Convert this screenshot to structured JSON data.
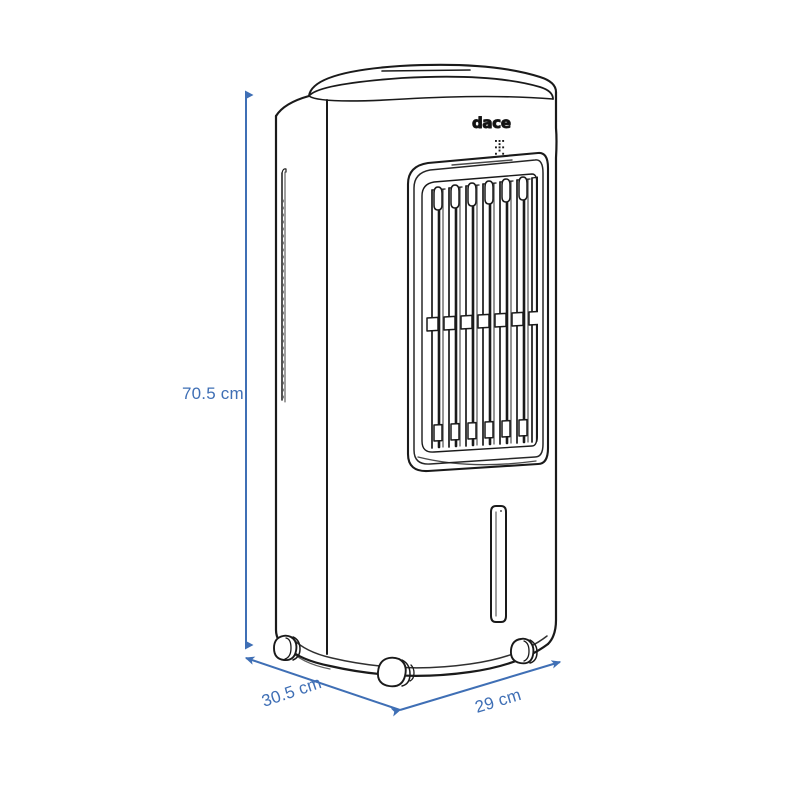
{
  "diagram": {
    "title": "Air cooler product dimension diagram",
    "product_brand": "dace",
    "view": "three-quarter perspective line drawing",
    "line_color": "#1a1a1a",
    "dimension_color": "#3f6fb5",
    "background_color": "#ffffff"
  },
  "dimensions": {
    "height": {
      "label": "70.5 cm",
      "axis": "vertical",
      "position": "left"
    },
    "depth": {
      "label": "30.5 cm",
      "axis": "diagonal-left",
      "position": "bottom-left"
    },
    "width": {
      "label": "29 cm",
      "axis": "diagonal-right",
      "position": "bottom-right"
    }
  },
  "product": {
    "brand_logo": "dace",
    "brand_mark": "dot-grid-mark",
    "parts": {
      "top_control_panel": "top-control-panel",
      "front_grille": "front-louver-grille",
      "louver_count": 7,
      "water_level_window": "water-level-indicator",
      "side_seam": "side-panel-seam",
      "caster_count": 3
    }
  }
}
